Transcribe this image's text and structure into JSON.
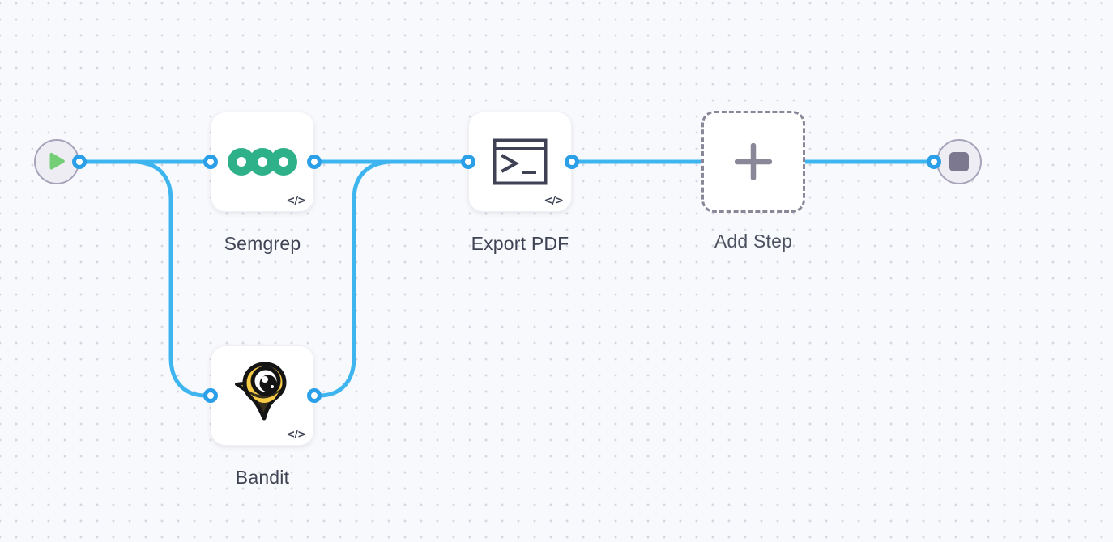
{
  "app": {
    "view": "workflow-editor-canvas"
  },
  "colors": {
    "canvas-bg": "#F8F9FC",
    "grid-dot": "#D7D7E1",
    "edge": "#3EB5EF",
    "port": "#2B9FE8",
    "node-bg": "#FFFFFF",
    "node-label": "#3F4353",
    "terminal-node-bg": "#EEEDF4",
    "terminal-node-border": "#A7A3BA",
    "play-green": "#74CE76",
    "stop-gray": "#7B7890",
    "semgrep-green": "#2EB189",
    "bandit-yellow": "#F7CB46",
    "bandit-outline": "#141414",
    "terminal-icon": "#3F4254",
    "dashed-border": "#8A8799",
    "plus-gray": "#8A8799",
    "code-badge": "#3E4254"
  },
  "nodes": {
    "start": {
      "name": "start",
      "icon": "play-icon"
    },
    "semgrep": {
      "label": "Semgrep",
      "icon": "semgrep-logo",
      "badge": "</>"
    },
    "bandit": {
      "label": "Bandit",
      "icon": "bandit-logo",
      "badge": "</>"
    },
    "export_pdf": {
      "label": "Export PDF",
      "icon": "terminal-icon",
      "badge": "</>"
    },
    "add_step": {
      "label": "Add Step",
      "icon": "plus-icon"
    },
    "end": {
      "name": "end",
      "icon": "stop-icon"
    }
  }
}
